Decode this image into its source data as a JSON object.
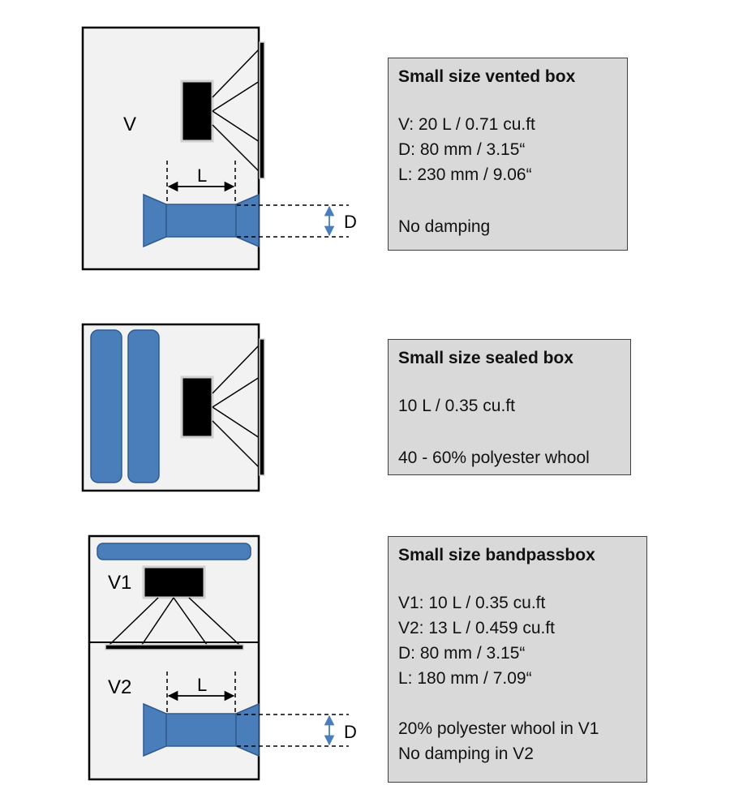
{
  "colors": {
    "enclosure_fill": "#f2f2f2",
    "enclosure_stroke": "#000000",
    "port_fill": "#4a7ebb",
    "port_stroke": "#2e5b8f",
    "info_fill": "#d9d9d9",
    "arrow": "#4a7ebb"
  },
  "vented": {
    "volume_label": "V",
    "length_label": "L",
    "diameter_label": "D",
    "info": {
      "title": "Small size vented box",
      "lines": [
        "V: 20 L / 0.71 cu.ft",
        "D: 80 mm / 3.15“",
        "L: 230 mm / 9.06“"
      ],
      "damping": "No damping"
    }
  },
  "sealed": {
    "info": {
      "title": "Small size sealed box",
      "volume": "10 L / 0.35 cu.ft",
      "damping": "40 - 60% polyester whool"
    }
  },
  "bandpass": {
    "v1_label": "V1",
    "v2_label": "V2",
    "length_label": "L",
    "diameter_label": "D",
    "info": {
      "title": "Small size bandpassbox",
      "lines": [
        "V1: 10 L / 0.35 cu.ft",
        "V2: 13 L / 0.459 cu.ft",
        "D: 80 mm / 3.15“",
        "L: 180 mm / 7.09“"
      ],
      "damping_lines": [
        "20% polyester whool in V1",
        "No damping in V2"
      ]
    }
  }
}
